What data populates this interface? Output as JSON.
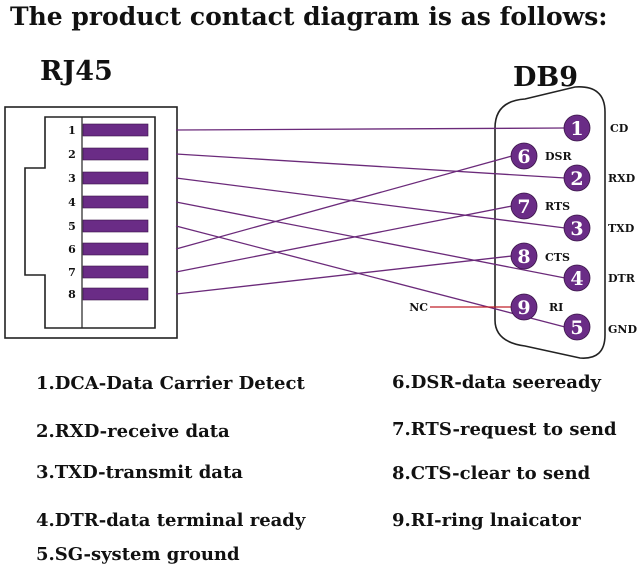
{
  "title": "The product contact diagram is as follows:",
  "rj45": {
    "label": "RJ45",
    "pins": [
      "1",
      "2",
      "3",
      "4",
      "5",
      "6",
      "7",
      "8"
    ]
  },
  "db9": {
    "label": "DB9"
  },
  "db9_pins": [
    {
      "num": "1",
      "side": "CD"
    },
    {
      "num": "2",
      "side": "RXD"
    },
    {
      "num": "3",
      "side": "TXD"
    },
    {
      "num": "4",
      "side": "DTR"
    },
    {
      "num": "5",
      "side": "GND"
    },
    {
      "num": "6",
      "side": "DSR"
    },
    {
      "num": "7",
      "side": "RTS"
    },
    {
      "num": "8",
      "side": "CTS"
    },
    {
      "num": "9",
      "side": "RI"
    }
  ],
  "nc_label": "NC",
  "wiring": [
    {
      "rj": "1",
      "db": "1"
    },
    {
      "rj": "2",
      "db": "2"
    },
    {
      "rj": "3",
      "db": "3"
    },
    {
      "rj": "4",
      "db": "4"
    },
    {
      "rj": "5",
      "db": "5"
    },
    {
      "rj": "6",
      "db": "6"
    },
    {
      "rj": "7",
      "db": "7"
    },
    {
      "rj": "8",
      "db": "8"
    }
  ],
  "legend_left": [
    "1.DCA-Data Carrier Detect",
    "2.RXD-receive data",
    "3.TXD-transmit data",
    "4.DTR-data terminal ready",
    "5.SG-system ground"
  ],
  "legend_right": [
    "6.DSR-data seeready",
    "7.RTS-request to send",
    "8.CTS-clear to send",
    "9.RI-ring lnaicator"
  ],
  "colors": {
    "wire": "#6b2a7a",
    "pin": "#6a2c86",
    "nc_wire": "#c0202a",
    "outline": "#222222"
  }
}
